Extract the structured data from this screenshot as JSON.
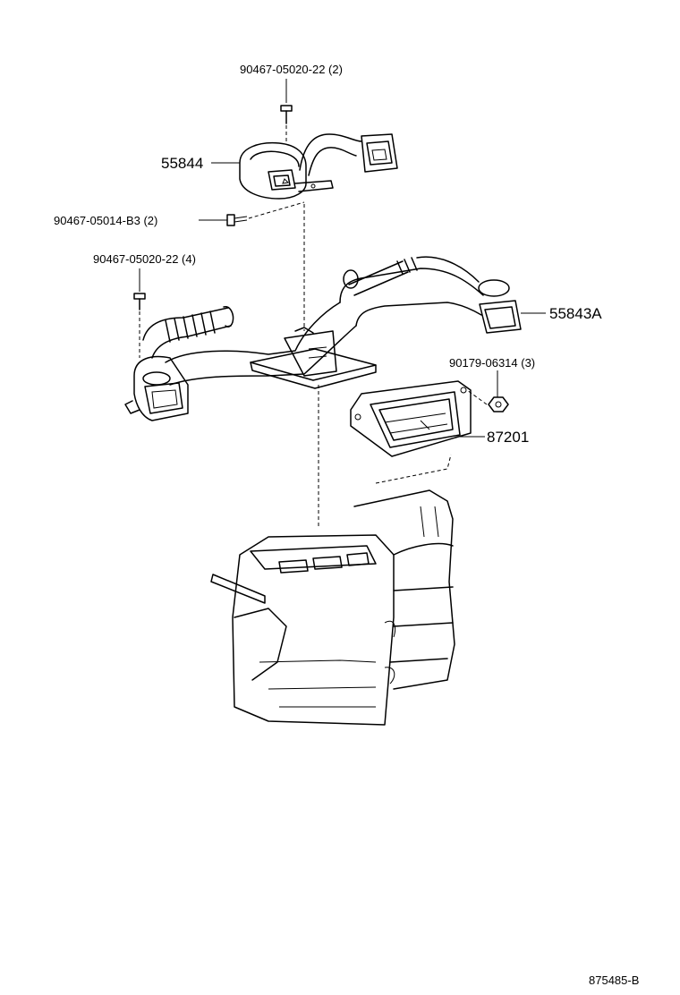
{
  "labels": {
    "bolt_top": "90467-05020-22 (2)",
    "duct_upper": "55844",
    "clip_b3": "90467-05014-B3 (2)",
    "bolt_left": "90467-05020-22 (4)",
    "duct_main": "55843A",
    "nut": "90179-06314 (3)",
    "frame": "87201",
    "figure_code": "875485-B"
  }
}
